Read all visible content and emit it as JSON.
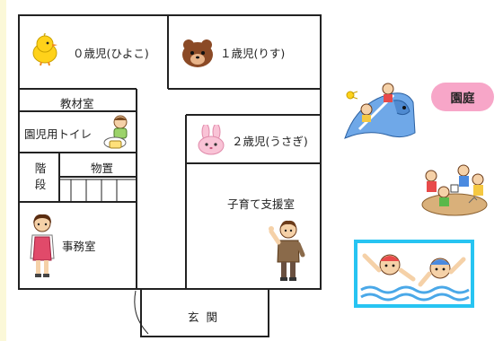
{
  "rooms": {
    "infant_room": "０歳児(ひよこ)",
    "one_year_room": "１歳児(りす)",
    "two_year_room": "２歳児(うさぎ)",
    "materials_room": "教材室",
    "child_toilet": "園児用トイレ",
    "stairs": "階段",
    "storage": "物置",
    "office": "事務室",
    "parenting_support_room": "子育て支援室",
    "entrance": "玄 関"
  },
  "garden": {
    "label": "園庭"
  },
  "icons": {
    "infant_room": "chick-icon",
    "one_year_room": "squirrel-icon",
    "two_year_room": "rabbit-icon",
    "child_toilet": "child-on-potty-icon",
    "office": "staff-woman-icon",
    "parenting_support_room": "staff-man-waving-icon",
    "garden_slide": "children-slide-icon",
    "garden_sandbox": "children-sandbox-icon",
    "garden_pool": "children-swimming-icon"
  },
  "colors": {
    "wall": "#222222",
    "garden_badge": "#f7a6c8",
    "pool_frame": "#27c4f2",
    "left_strip": "#fbf8d8"
  }
}
